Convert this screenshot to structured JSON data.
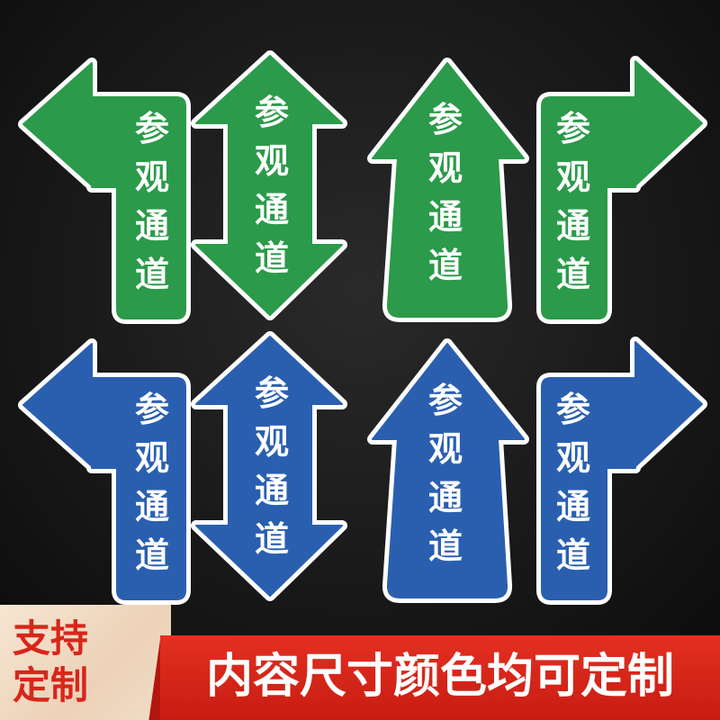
{
  "colors": {
    "background": "#141414",
    "green_sign": "#2b9a4a",
    "blue_sign": "#2a5fb0",
    "sign_border": "#ffffff",
    "banner_red": "#d42519",
    "badge_text": "#d8261b"
  },
  "sign_text": [
    "参",
    "观",
    "通",
    "道"
  ],
  "signs": [
    {
      "id": "sign-green-left",
      "color": "green_sign",
      "direction": "left"
    },
    {
      "id": "sign-green-double",
      "color": "green_sign",
      "direction": "up-down"
    },
    {
      "id": "sign-green-up",
      "color": "green_sign",
      "direction": "up"
    },
    {
      "id": "sign-green-right",
      "color": "green_sign",
      "direction": "right"
    },
    {
      "id": "sign-blue-left",
      "color": "blue_sign",
      "direction": "left"
    },
    {
      "id": "sign-blue-double",
      "color": "blue_sign",
      "direction": "up-down"
    },
    {
      "id": "sign-blue-up",
      "color": "blue_sign",
      "direction": "up"
    },
    {
      "id": "sign-blue-right",
      "color": "blue_sign",
      "direction": "right"
    }
  ],
  "badge": {
    "line1": "支持",
    "line2": "定制"
  },
  "banner": {
    "text": "内容尺寸颜色均可定制"
  }
}
